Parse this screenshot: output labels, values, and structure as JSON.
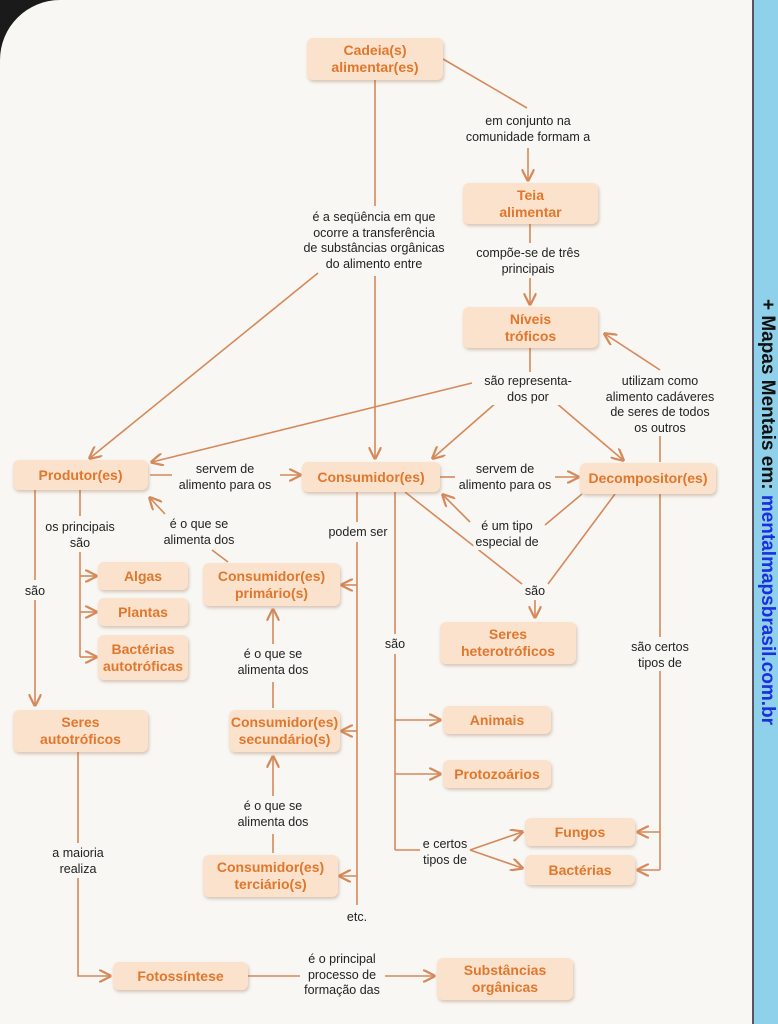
{
  "nodes": {
    "cadeia": "Cadeia(s)\nalimentar(es)",
    "teia": "Teia\nalimentar",
    "niveis": "Níveis\ntróficos",
    "produtor": "Produtor(es)",
    "consumidor": "Consumidor(es)",
    "decompositor": "Decompositor(es)",
    "algas": "Algas",
    "plantas": "Plantas",
    "bacterias_auto": "Bactérias\nautotróficas",
    "cons_primario": "Consumidor(es)\nprimário(s)",
    "seres_hetero": "Seres\nheterotróficos",
    "seres_auto": "Seres\nautotróficos",
    "cons_secundario": "Consumidor(es)\nsecundário(s)",
    "animais": "Animais",
    "protozoarios": "Protozoários",
    "fungos": "Fungos",
    "bacterias": "Bactérias",
    "cons_terciario": "Consumidor(es)\nterciário(s)",
    "fotossintese": "Fotossíntese",
    "substancias": "Substâncias\norgânicas"
  },
  "labels": {
    "em_conjunto": "em conjunto na\ncomunidade formam a",
    "sequencia": "é a seqüência em que\nocorre a transferência\nde substâncias orgânicas\ndo alimento entre",
    "compoe": "compõe-se de três\nprincipais",
    "representados": "são representa-\ndos por",
    "utilizam": "utilizam como\nalimento cadáveres\nde seres de todos\nos outros",
    "servem1": "servem de\nalimento para os",
    "servem2": "servem de\nalimento para os",
    "principais": "os principais\nsão",
    "alimenta1": "é o que se\nalimenta dos",
    "podem_ser": "podem ser",
    "tipo_especial": "é um tipo\nespecial de",
    "sao1": "são",
    "sao2": "são",
    "sao3": "são",
    "certos_tipos": "são certos\ntipos de",
    "alimenta2": "é o que se\nalimenta dos",
    "alimenta3": "é o que se\nalimenta dos",
    "maioria": "a maioria\nrealiza",
    "e_certos": "e certos\ntipos de",
    "etc": "etc.",
    "principal_processo": "é o principal\nprocesso de\nformação das"
  },
  "sidebar": {
    "prefix": "+ Mapas Mentais em: ",
    "site": "mentalmapsbrasil.com.br"
  },
  "colors": {
    "line": "#d6895a",
    "node_bg": "#fbe2cd",
    "node_text": "#e0772c",
    "sidebar": "#8fd0ea",
    "link": "#1a2fe0"
  }
}
